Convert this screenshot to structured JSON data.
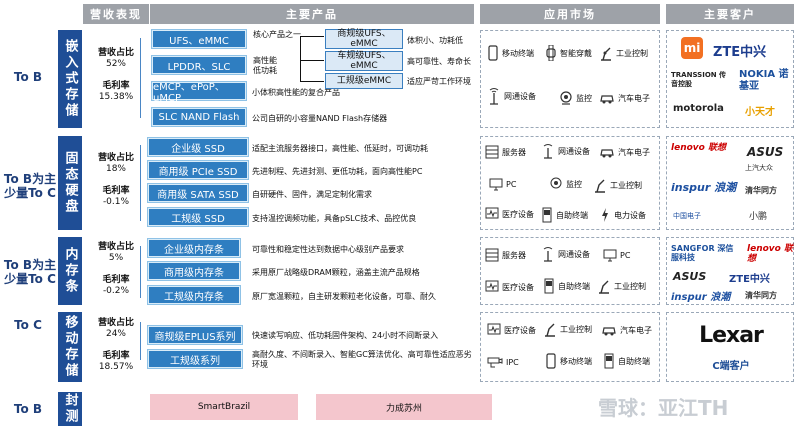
{
  "headers": {
    "revenue": "营收表现",
    "products": "主要产品",
    "markets": "应用市场",
    "customers": "主要客户"
  },
  "segments": [
    {
      "label": "To B",
      "name": "嵌入式存储",
      "rev_label": "营收占比",
      "rev": "52%",
      "gm_label": "毛利率",
      "gm": "15.38%",
      "products": [
        {
          "name": "UFS、eMMC",
          "desc": "核心产品之一"
        },
        {
          "name": "LPDDR、SLC",
          "desc": "高性能低功耗"
        },
        {
          "name": "eMCP、ePoP、uMCP",
          "desc": "小体积高性能的复合产品"
        },
        {
          "name": "SLC NAND Flash",
          "desc": "公司自研的小容量NAND Flash存储器"
        }
      ],
      "subproducts": [
        {
          "name": "商规级UFS、eMMC",
          "desc": "体积小、功耗低"
        },
        {
          "name": "车规级UFS、eMMC",
          "desc": "高可靠性、寿命长"
        },
        {
          "name": "工规级eMMC",
          "desc": "适应严苛工作环境"
        }
      ],
      "markets": [
        "移动终端",
        "智能穿戴",
        "工业控制",
        "网通设备",
        "监控",
        "汽车电子"
      ],
      "customers": [
        "mi",
        "ZTE中兴",
        "TRANSSION 传音控股",
        "NOKIA 诺基亚",
        "motorola",
        "小天才"
      ]
    },
    {
      "label": "To B为主 少量To C",
      "name": "固态硬盘",
      "rev_label": "营收占比",
      "rev": "18%",
      "gm_label": "毛利率",
      "gm": "-0.1%",
      "products": [
        {
          "name": "企业级 SSD",
          "desc": "适配主流服务器接口，高性能、低延时，可调功耗"
        },
        {
          "name": "商用级 PCIe SSD",
          "desc": "先进制程、先进封测、更低功耗，面向高性能PC"
        },
        {
          "name": "商用级 SATA SSD",
          "desc": "自研硬件、固件，满足定制化需求"
        },
        {
          "name": "工规级 SSD",
          "desc": "支持温控调频功能，具备pSLC技术、品控优良"
        }
      ],
      "markets": [
        "服务器",
        "网通设备",
        "汽车电子",
        "PC",
        "监控",
        "工业控制",
        "医疗设备",
        "自助终端",
        "电力设备"
      ],
      "customers": [
        "lenovo 联想",
        "ASUS",
        "上汽大众",
        "inspur 浪潮",
        "清华同方",
        "中国电子",
        "小鹏"
      ]
    },
    {
      "label": "To B为主 少量To C",
      "name": "内存条",
      "rev_label": "营收占比",
      "rev": "5%",
      "gm_label": "毛利率",
      "gm": "-0.2%",
      "products": [
        {
          "name": "企业级内存条",
          "desc": "可靠性和稳定性达到数据中心级别产品要求"
        },
        {
          "name": "商用级内存条",
          "desc": "采用原厂战略级DRAM颗粒，涵盖主流产品规格"
        },
        {
          "name": "工规级内存条",
          "desc": "原厂宽温颗粒，自主研发颗粒老化设备，可靠、耐久"
        }
      ],
      "markets": [
        "服务器",
        "网通设备",
        "PC",
        "医疗设备",
        "自助终端",
        "工业控制"
      ],
      "customers": [
        "SANGFOR 深信服科技",
        "lenovo 联想",
        "ASUS",
        "ZTE中兴",
        "inspur 浪潮",
        "清华同方"
      ]
    },
    {
      "label": "To C",
      "name": "移动存储",
      "rev_label": "营收占比",
      "rev": "24%",
      "gm_label": "毛利率",
      "gm": "18.57%",
      "products": [
        {
          "name": "商规级EPLUS系列",
          "desc": "快速读写响应、低功耗固件架构、24小时不间断录入"
        },
        {
          "name": "工规级系列",
          "desc": "高耐久度、不间断录入、智能GC算法优化、高可靠性适应恶劣环境"
        }
      ],
      "markets": [
        "医疗设备",
        "工业控制",
        "汽车电子",
        "IPC",
        "移动终端",
        "自助终端"
      ],
      "customers": [
        "Lexar",
        "C端客户"
      ]
    }
  ],
  "packaging": {
    "label": "To B",
    "name": "封测",
    "items": [
      "SmartBrazil",
      "力成苏州"
    ]
  },
  "watermark": "雪球：亚江TH"
}
